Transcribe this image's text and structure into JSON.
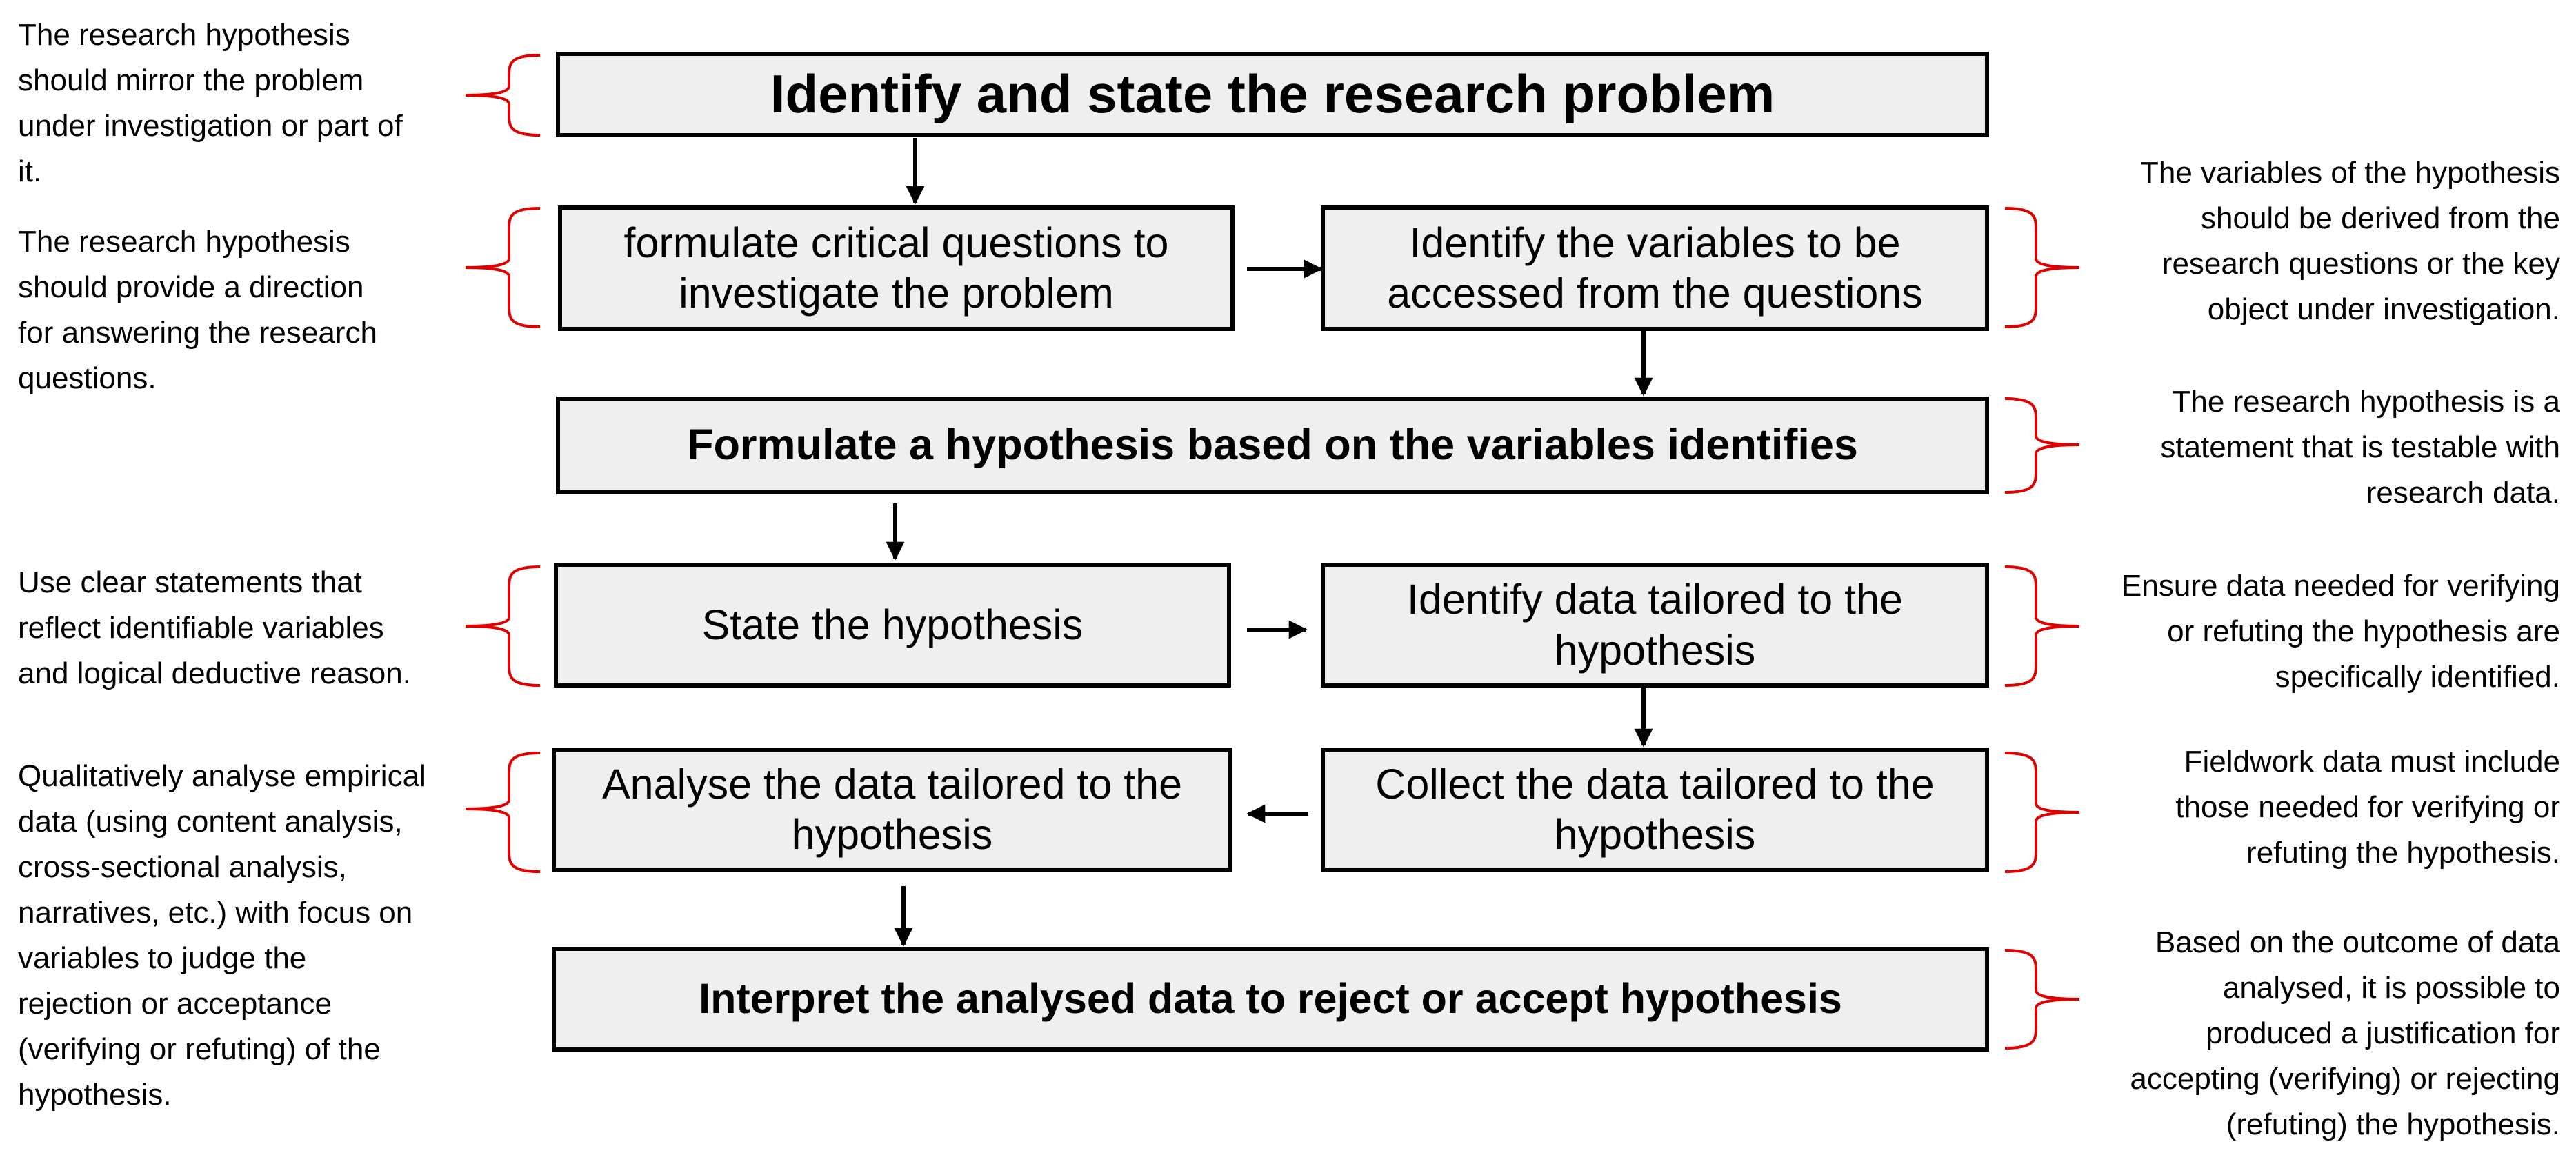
{
  "boxes": {
    "identify_problem": "Identify and state the research problem",
    "formulate_questions": [
      "formulate critical questions to",
      "investigate the problem"
    ],
    "identify_variables": [
      "Identify the variables to be",
      "accessed from the questions"
    ],
    "formulate_hypothesis": "Formulate a hypothesis based on the variables identifies",
    "state_hypothesis": "State the hypothesis",
    "identify_data": [
      "Identify data tailored to the",
      "hypothesis"
    ],
    "analyse_data": [
      "Analyse the data tailored to the",
      "hypothesis"
    ],
    "collect_data": [
      "Collect the data tailored to the",
      "hypothesis"
    ],
    "interpret_data": "Interpret the analysed data to reject or accept hypothesis"
  },
  "left_notes": {
    "mirror_problem": [
      "The research hypothesis",
      "should mirror the problem",
      "under investigation or part of",
      "it."
    ],
    "provide_direction": [
      "The research hypothesis",
      "should provide a direction",
      "for answering the research",
      "questions."
    ],
    "clear_statements": [
      "Use clear statements that",
      "reflect identifiable variables",
      "and logical deductive reason."
    ],
    "qualitative_analysis": [
      "Qualitatively analyse empirical",
      "data (using content analysis,",
      "cross-sectional analysis,",
      "narratives, etc.) with focus on",
      "variables to judge the",
      "rejection or acceptance",
      "(verifying or refuting) of the",
      "hypothesis."
    ]
  },
  "right_notes": {
    "variables_derived": [
      "The variables of the hypothesis",
      "should be derived from the",
      "research questions or the key",
      "object under investigation."
    ],
    "testable_statement": [
      "The research hypothesis is a",
      "statement that is testable with",
      "research data."
    ],
    "ensure_data": [
      "Ensure data needed for verifying",
      "or refuting the hypothesis are",
      "specifically identified."
    ],
    "fieldwork_data": [
      "Fieldwork data must include",
      "those needed for verifying or",
      "refuting the hypothesis."
    ],
    "outcome_justification": [
      "Based on the outcome of data",
      "analysed, it is possible to",
      "produced a justification for",
      "accepting (verifying) or rejecting",
      "(refuting) the hypothesis."
    ]
  },
  "colors": {
    "bracket": "#e00000",
    "box_fill": "#efefef",
    "box_border": "#000000",
    "arrow": "#000000"
  }
}
